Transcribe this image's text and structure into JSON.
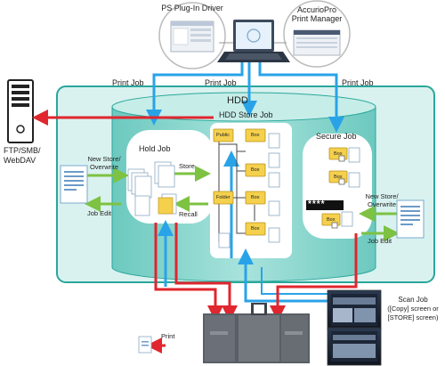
{
  "devices": {
    "ps_plugin_driver": "PS Plug-In Driver",
    "accuriopro_print_manager": [
      "AccurioPro",
      "Print Manager"
    ],
    "ftp_smb_webdav": [
      "FTP/SMB/",
      "WebDAV"
    ]
  },
  "storage": {
    "hdd": "HDD",
    "hdd_store_job": "HDD Store Job",
    "hold_job": "Hold Job",
    "secure_job": "Secure Job"
  },
  "flows": {
    "print_job_left": "Print Job",
    "print_job_center": "Print Job",
    "print_job_right": "Print Job",
    "new_store_overwrite_left": [
      "New Store/",
      "Overwrite"
    ],
    "job_edit_left": "Job Edit",
    "store": "Store",
    "recall": "Recall",
    "new_store_overwrite_right": [
      "New Store/",
      "Overwrite"
    ],
    "job_edit_right": "Job Edit",
    "print": "Print",
    "scan_job": [
      "Scan Job",
      "([Copy] screen or",
      "[STORE] screen)"
    ]
  },
  "folders": {
    "public": "Public",
    "box": "Box",
    "folder": "Folder"
  },
  "password_mask": "****",
  "colors": {
    "hdd_teal": "#8ed6cf",
    "hdd_border": "#2aa79b",
    "arrow_blue": "#29a3e8",
    "arrow_red": "#e0262e",
    "arrow_green": "#7dc242",
    "folder_yellow": "#f5d04d"
  }
}
